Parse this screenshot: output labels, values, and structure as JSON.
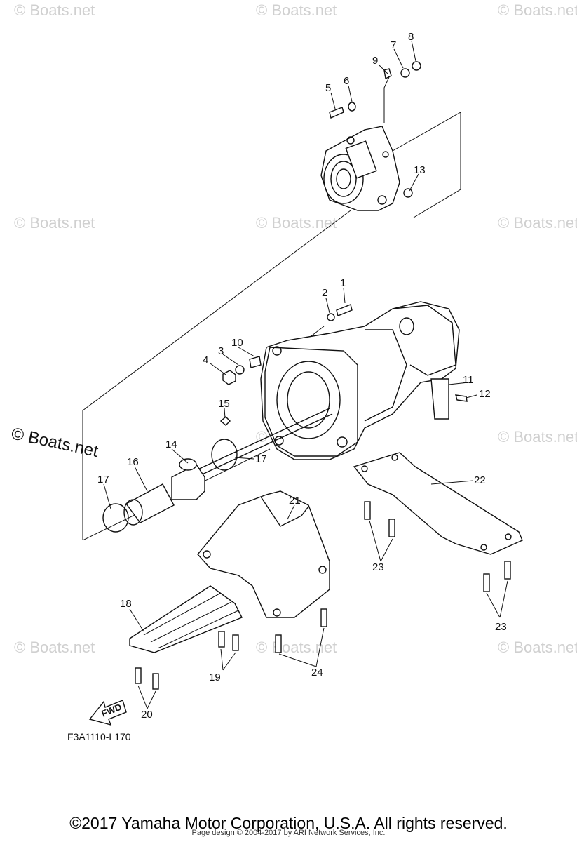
{
  "diagram_code": "F3A1110-L170",
  "fwd_label": "FWD",
  "watermark": "© Boats.net",
  "copyright": "©2017 Yamaha Motor Corporation, U.S.A. All rights reserved.",
  "design_credit": "Page design © 2004-2017 by ARI Network Services, Inc.",
  "callouts": {
    "c1": "1",
    "c2": "2",
    "c3": "3",
    "c4": "4",
    "c5": "5",
    "c6": "6",
    "c7": "7",
    "c8": "8",
    "c9": "9",
    "c10": "10",
    "c11": "11",
    "c12": "12",
    "c13": "13",
    "c14": "14",
    "c15": "15",
    "c16": "16",
    "c17a": "17",
    "c17b": "17",
    "c18": "18",
    "c19": "19",
    "c20": "20",
    "c21": "21",
    "c22": "22",
    "c23a": "23",
    "c23b": "23",
    "c24": "24"
  }
}
